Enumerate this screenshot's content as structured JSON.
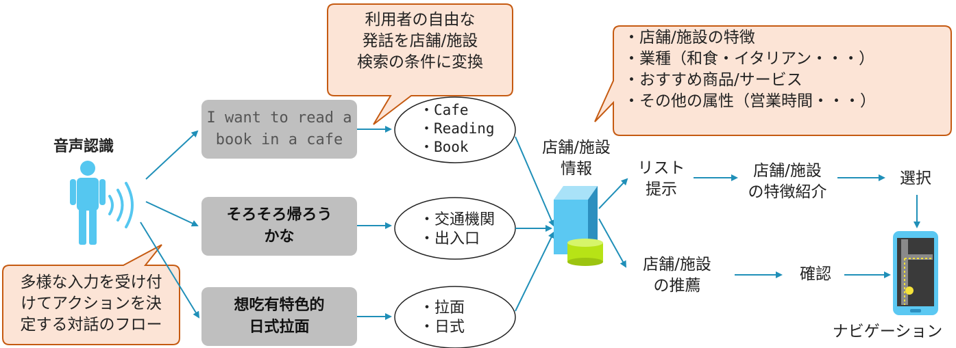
{
  "voice": {
    "title": "音声認識"
  },
  "callout_left": {
    "lines": [
      "多様な入力を受け付",
      "けてアクションを決",
      "定する対話のフロー"
    ]
  },
  "callout_top": {
    "lines": [
      "利用者の自由な",
      "発話を店舗/施設",
      "検索の条件に変換"
    ]
  },
  "callout_right": {
    "lines": [
      "・店舗/施設の特徴",
      "・業種（和食・イタリアン・・・）",
      "・おすすめ商品/サービス",
      "・その他の属性（営業時間・・・）"
    ]
  },
  "utterances": [
    {
      "lines": [
        "I want to read a",
        "book in a cafe"
      ]
    },
    {
      "lines": [
        "そろそろ帰ろう",
        "かな"
      ]
    },
    {
      "lines": [
        "想吃有特色的",
        "日式拉面"
      ]
    }
  ],
  "keywords": [
    {
      "items": [
        "・Cafe",
        "・Reading",
        "・Book"
      ]
    },
    {
      "items": [
        "・交通機関",
        "・出入口"
      ]
    },
    {
      "items": [
        "・拉面",
        "・日式"
      ]
    }
  ],
  "database": {
    "label_lines": [
      "店舗/施設",
      "情報"
    ]
  },
  "flow": {
    "list_lines": [
      "リスト",
      "提示"
    ],
    "intro_lines": [
      "店舗/施設",
      "の特徴紹介"
    ],
    "select": "選択",
    "recommend_lines": [
      "店舗/施設",
      "の推薦"
    ],
    "confirm": "確認",
    "navigation": "ナビゲーション"
  },
  "colors": {
    "arrow": "#1f8fb8",
    "person": "#55c7f0",
    "callout_fill": "#fce4d6",
    "callout_border": "#c55a11",
    "box_fill": "#bfbfbf",
    "db_front": "#5bc8f2",
    "db_side": "#2c8fbf",
    "cylinder": "#b7e316",
    "phone": "#5bc8f2"
  }
}
